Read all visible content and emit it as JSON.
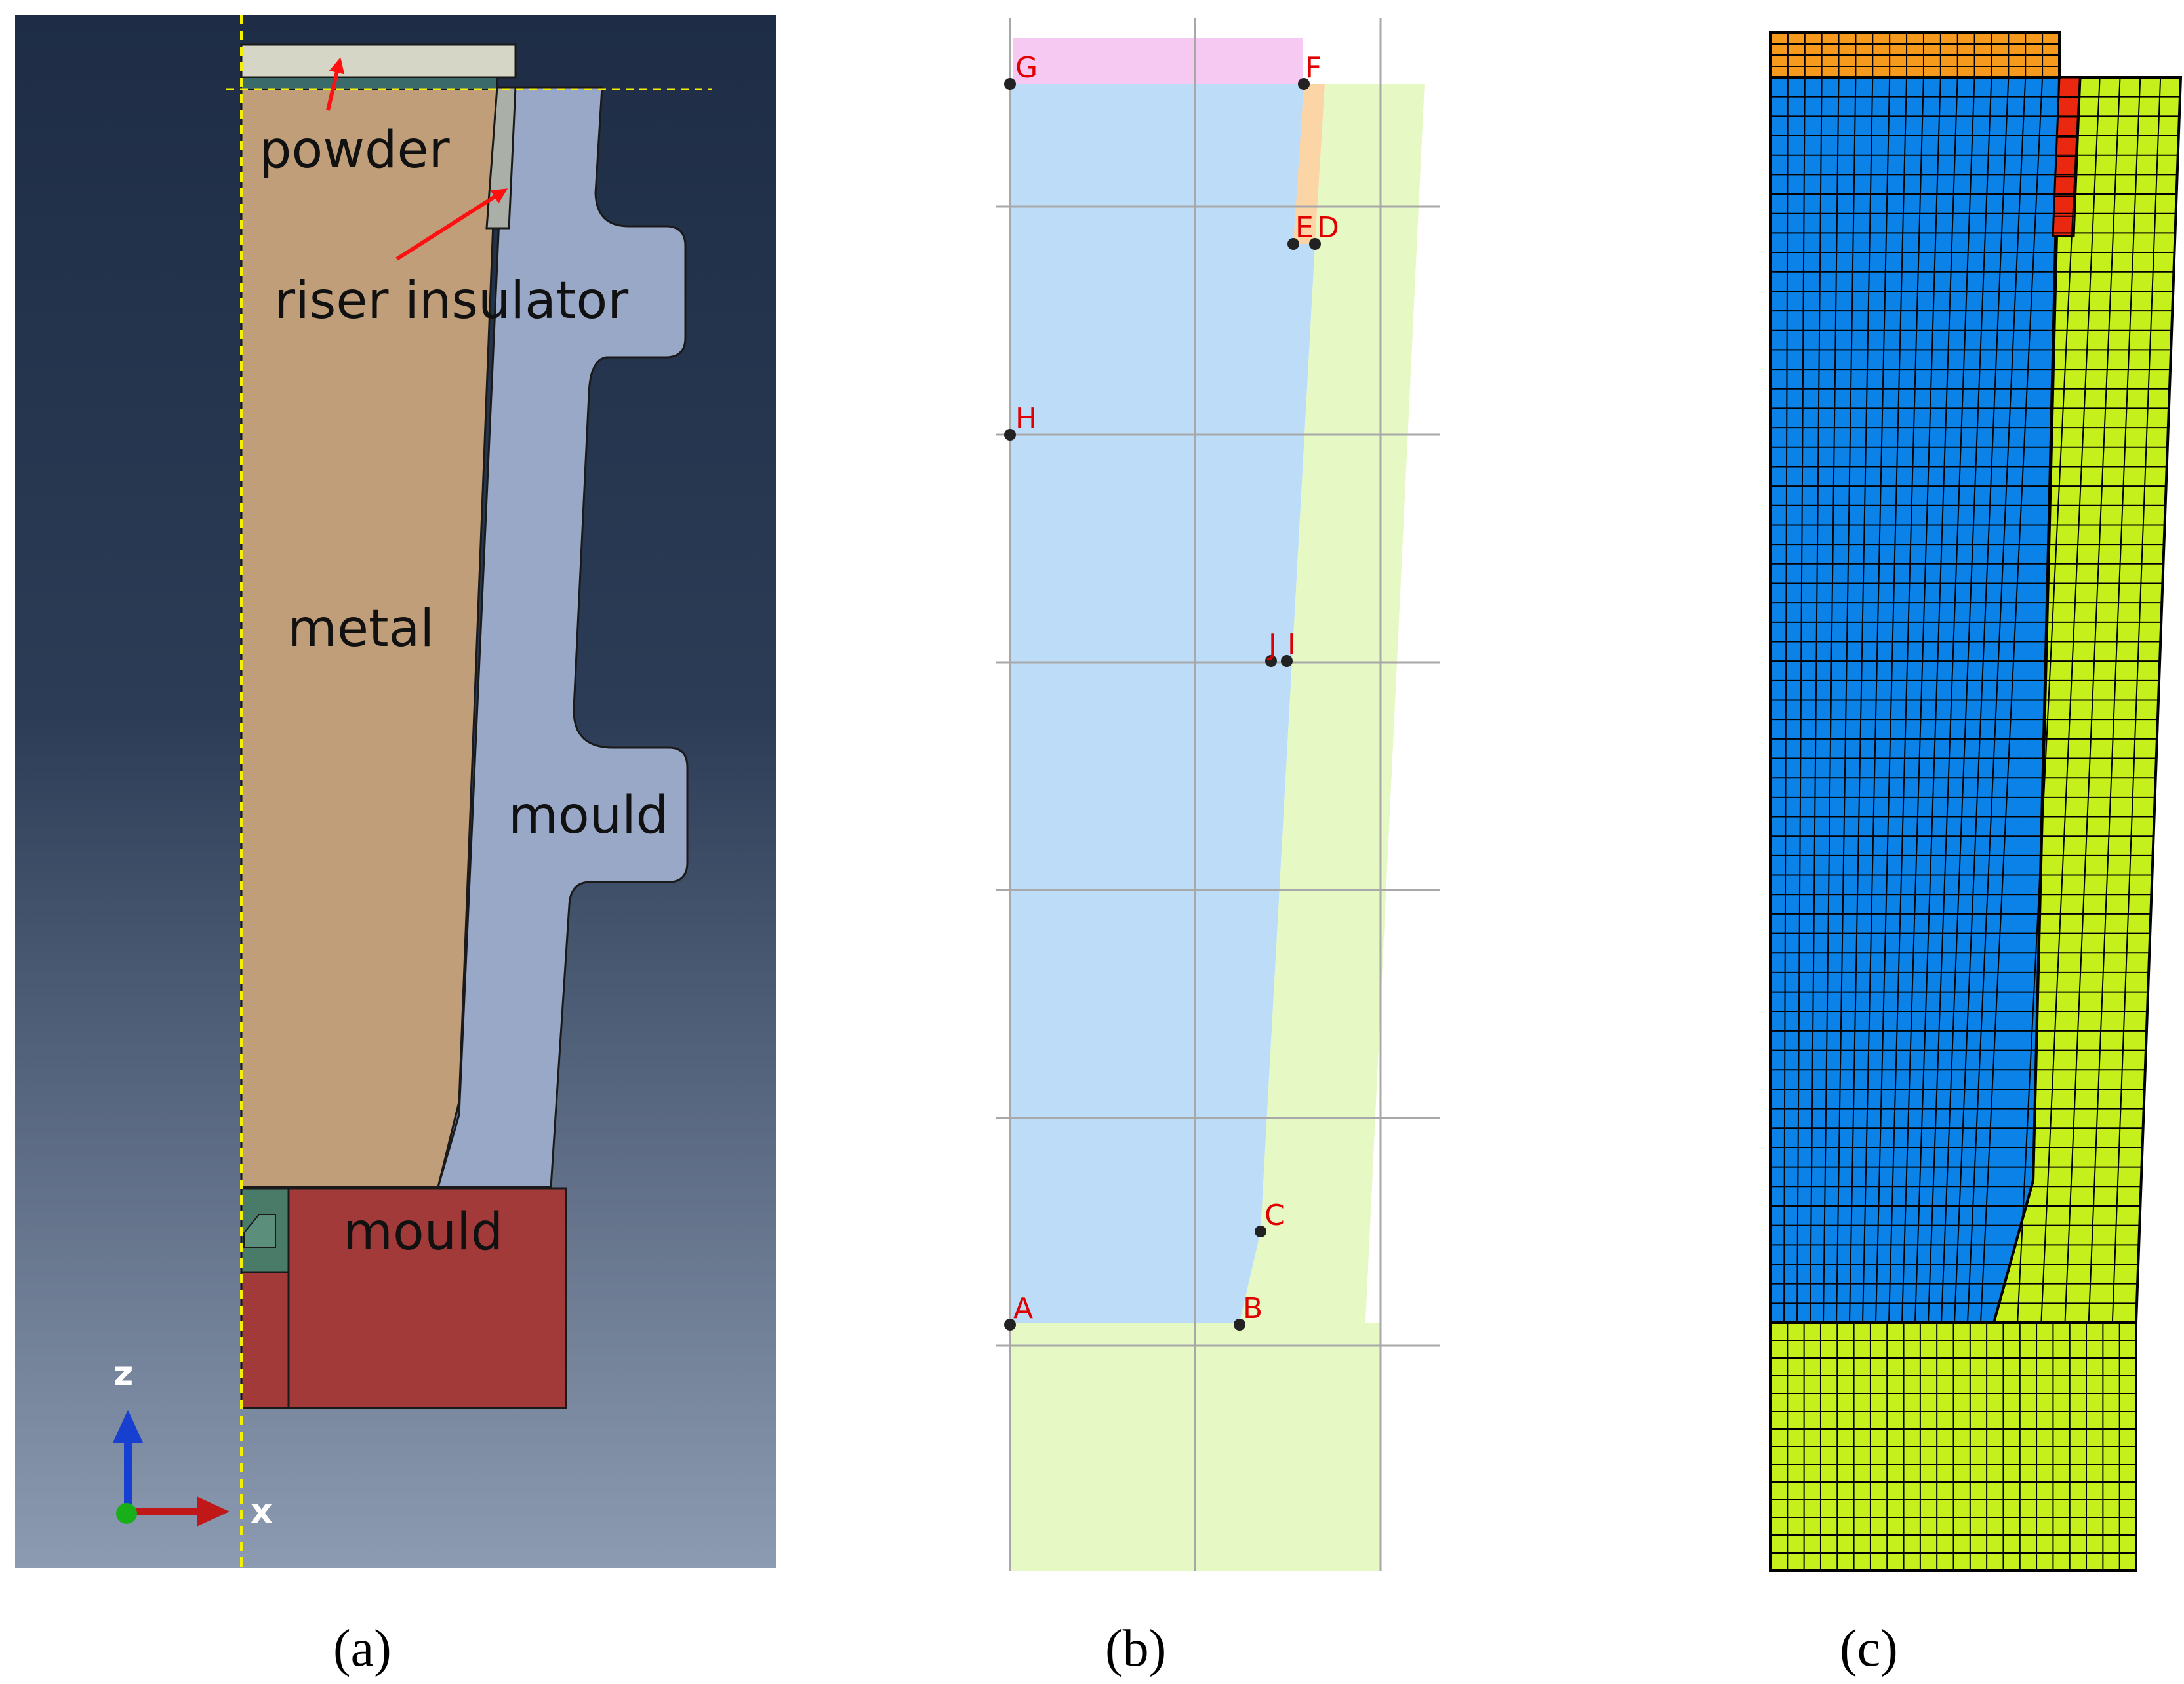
{
  "panel_a": {
    "labels": {
      "powder": "powder",
      "riser": "riser insulator",
      "metal": "metal",
      "mould_upper": "mould",
      "mould_lower": "mould"
    },
    "axes": {
      "z": "z",
      "x": "x"
    },
    "caption": "(a)",
    "colors": {
      "bg_top": "#1e2d45",
      "bg_bottom": "#8c9bb1",
      "metal": "#c09e7a",
      "mould": "#98a8c6",
      "mould_base": "#a33a3a",
      "powder": "#d6d6c6",
      "insulator": "#aab0a8",
      "green": "#4a7a68"
    }
  },
  "panel_b": {
    "points": [
      {
        "id": "G",
        "label": "G"
      },
      {
        "id": "F",
        "label": "F"
      },
      {
        "id": "E",
        "label": "E"
      },
      {
        "id": "D",
        "label": "D"
      },
      {
        "id": "H",
        "label": "H"
      },
      {
        "id": "J",
        "label": "J"
      },
      {
        "id": "I",
        "label": "I"
      },
      {
        "id": "C",
        "label": "C"
      },
      {
        "id": "A",
        "label": "A"
      },
      {
        "id": "B",
        "label": "B"
      }
    ],
    "caption": "(b)",
    "colors": {
      "metal": "#bcdcf7",
      "mould": "#e6f8c4",
      "powder": "#f6c9f3",
      "insulator": "#fbd5a5",
      "label": "#e00000"
    }
  },
  "panel_c": {
    "caption": "(c)",
    "colors": {
      "powder": "#f59a1c",
      "metal": "#0a82e8",
      "mould": "#c6f01c",
      "insulator": "#ea2810",
      "lines": "#000000"
    }
  }
}
